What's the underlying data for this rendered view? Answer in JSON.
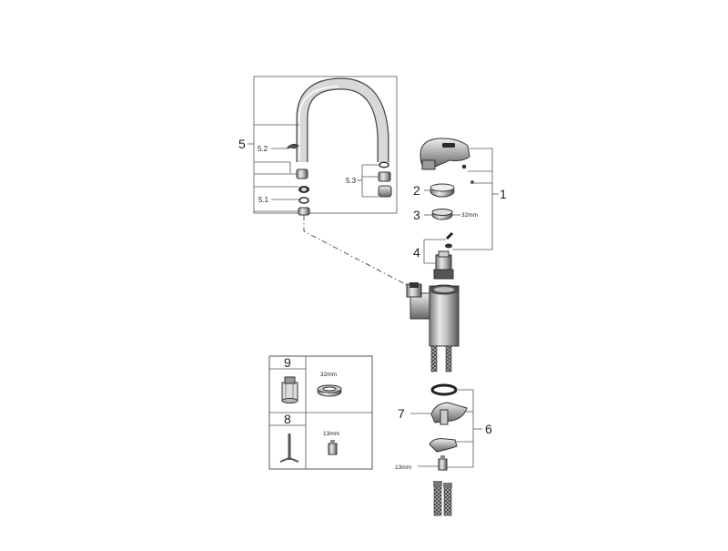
{
  "diagram": {
    "callouts": {
      "c1": "1",
      "c2": "2",
      "c3": "3",
      "c4": "4",
      "c5": "5",
      "c5_1": "5.1",
      "c5_2": "5.2",
      "c5_3": "5.3",
      "c6": "6",
      "c7": "7",
      "c8": "8",
      "c9": "9"
    },
    "dimensions": {
      "nut_32_main": "32mm",
      "nut_13_main": "13mm",
      "legend_32": "32mm",
      "legend_13": "13mm"
    }
  },
  "colors": {
    "line": "#555555",
    "part_dark": "#3a3a3a",
    "part_mid": "#8a8a8a",
    "part_light": "#d9d9d9"
  }
}
